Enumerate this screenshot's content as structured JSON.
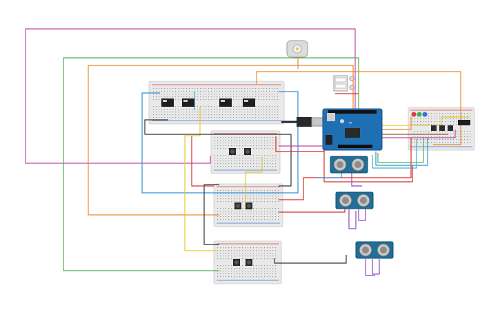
{
  "canvas": {
    "background": "#ffffff"
  },
  "components": {
    "dc_motor": "dc-motor",
    "arduino": "arduino-uno",
    "usb_cable": "usb-cable",
    "ultrasonic_sensors": [
      "hc-sr04-1",
      "hc-sr04-2",
      "hc-sr04-3"
    ],
    "breadboards": [
      "main-breadboard",
      "right-breadboard",
      "button-breadboard-1",
      "button-breadboard-2",
      "button-breadboard-3"
    ],
    "relays": [
      "relay-1",
      "relay-2",
      "relay-3",
      "relay-4"
    ],
    "leds": [
      "led-red",
      "led-green",
      "led-blue"
    ]
  },
  "wire_colors": {
    "magenta": "#c3439f",
    "green": "#4caf50",
    "orange": "#e8892b",
    "red": "#d62a2a",
    "blue": "#2f8fd6",
    "cyan": "#3bb4c9",
    "yellow": "#e6c72c",
    "black": "#303030",
    "purple": "#8d44c0",
    "brown": "#8b5a2b"
  }
}
